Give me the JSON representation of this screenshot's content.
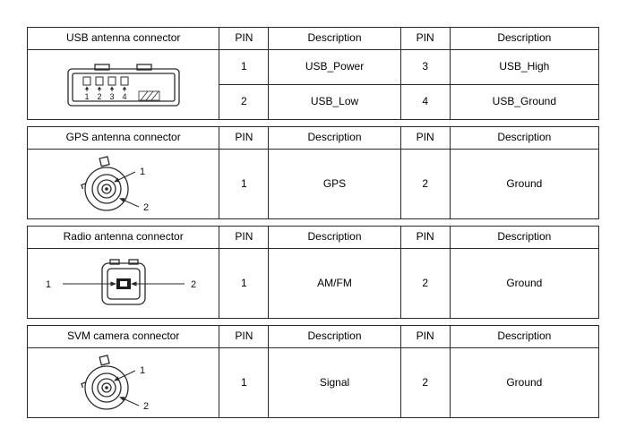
{
  "colors": {
    "background": "#ffffff",
    "border": "#2a2a2a",
    "text": "#000000"
  },
  "tables": [
    {
      "name": "USB antenna connector",
      "headers": {
        "pin1": "PIN",
        "desc1": "Description",
        "pin2": "PIN",
        "desc2": "Description"
      },
      "diagram": {
        "type": "usb-connector",
        "pin_labels": [
          "1",
          "2",
          "3",
          "4"
        ]
      },
      "rows": [
        {
          "pin_a": "1",
          "desc_a": "USB_Power",
          "pin_b": "3",
          "desc_b": "USB_High"
        },
        {
          "pin_a": "2",
          "desc_a": "USB_Low",
          "pin_b": "4",
          "desc_b": "USB_Ground"
        }
      ]
    },
    {
      "name": "GPS antenna connector",
      "headers": {
        "pin1": "PIN",
        "desc1": "Description",
        "pin2": "PIN",
        "desc2": "Description"
      },
      "diagram": {
        "type": "coax-connector",
        "labels": [
          "1",
          "2"
        ]
      },
      "rows": [
        {
          "pin_a": "1",
          "desc_a": "GPS",
          "pin_b": "2",
          "desc_b": "Ground"
        }
      ]
    },
    {
      "name": "Radio antenna connector",
      "headers": {
        "pin1": "PIN",
        "desc1": "Description",
        "pin2": "PIN",
        "desc2": "Description"
      },
      "diagram": {
        "type": "square-connector",
        "labels": [
          "1",
          "2"
        ]
      },
      "rows": [
        {
          "pin_a": "1",
          "desc_a": "AM/FM",
          "pin_b": "2",
          "desc_b": "Ground"
        }
      ]
    },
    {
      "name": "SVM camera connector",
      "headers": {
        "pin1": "PIN",
        "desc1": "Description",
        "pin2": "PIN",
        "desc2": "Description"
      },
      "diagram": {
        "type": "coax-connector",
        "labels": [
          "1",
          "2"
        ]
      },
      "rows": [
        {
          "pin_a": "1",
          "desc_a": "Signal",
          "pin_b": "2",
          "desc_b": "Ground"
        }
      ]
    }
  ]
}
